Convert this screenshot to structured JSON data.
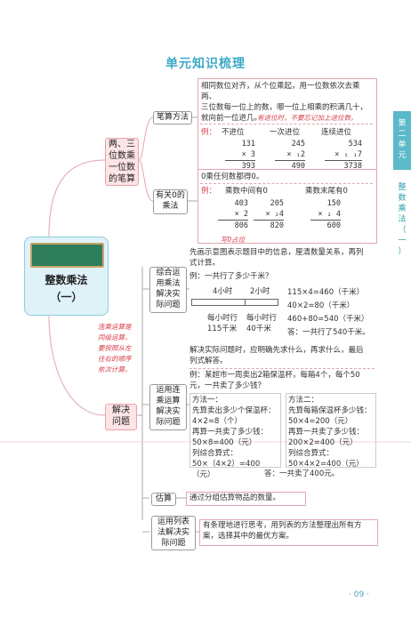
{
  "title": "单元知识梳理",
  "side": {
    "unit_chars": [
      "第",
      "二",
      "单",
      "元"
    ],
    "chapter_chars": [
      "整",
      "数",
      "乘",
      "法",
      "（",
      "一",
      "）"
    ]
  },
  "root": {
    "title": "整数乘法",
    "sub": "（一）"
  },
  "branch1": {
    "lines": [
      "两、三",
      "位数乘",
      "一位数",
      "的笔算"
    ]
  },
  "branch2": {
    "lines": [
      "解决",
      "问题"
    ]
  },
  "bisuan": {
    "label": "笔算方法",
    "text": [
      "相同数位对齐，从个位乘起，用一位数依次去乘两、",
      "三位数每一位上的数，哪一位上相乘的积满几十，",
      "就向前一位进几。"
    ],
    "note": "有进位时，不要忘记加上进位数。",
    "ex_label": "例：",
    "heads": [
      "不进位",
      "一次进位",
      "连续进位"
    ],
    "ex1": [
      "131",
      "×   3",
      "393"
    ],
    "ex2": [
      "245",
      "×  ₁2",
      "490"
    ],
    "ex3": [
      "534",
      "× ₁ ₁7",
      "3738"
    ]
  },
  "zero": {
    "label_lines": [
      "有关0的",
      "乘法"
    ],
    "text": "0乘任何数都得0。",
    "ex_label": "例：",
    "heads": [
      "乘数中间有0",
      "乘数末尾有0"
    ],
    "ex1": [
      "403",
      "×   2",
      "806"
    ],
    "ex2": [
      "205",
      "× ₂4",
      "820"
    ],
    "ex3": [
      "150",
      "× ₂ 4",
      "600"
    ],
    "note": "写0占位"
  },
  "zonghe": {
    "label_lines": [
      "综合运",
      "用乘法",
      "解决实",
      "际问题"
    ],
    "text": [
      "先画示意图表示题目中的信息，厘清数量关系，再列",
      "式计算。"
    ],
    "ex": "例：一共行了多少千米？",
    "seg1": "4小时",
    "seg2": "2小时",
    "q": "?",
    "sp1": [
      "每小时行",
      "115千米"
    ],
    "sp2": [
      "每小时行",
      "40千米"
    ],
    "calc": [
      "115×4=460（千米）",
      "40×2=80（千米）",
      "460+80=540（千米）",
      "答：一共行了540千米。"
    ]
  },
  "hand_note": [
    "连乘运算是",
    "同级运算，",
    "要按照从左",
    "往右的顺序",
    "依次计算。"
  ],
  "lianc": {
    "label_lines": [
      "运用连",
      "乘运算",
      "解决实",
      "际问题"
    ],
    "text": [
      "解决实际问题时，应明确先求什么，再求什么，最后",
      "列式解答。"
    ],
    "ex": [
      "例：某超市一周卖出2箱保温杯，每箱4个，每个50",
      "元，一共卖了多少钱？"
    ],
    "m1": [
      "方法一：",
      "先算卖出多少个保温杯：",
      "4×2=8（个）",
      "再算一共卖了多少钱：",
      "50×8=400（元）",
      "列综合算式：",
      "50×（4×2）=400（元）"
    ],
    "m2": [
      "方法二：",
      "先算每箱保温杯多少钱：",
      "50×4=200（元）",
      "再算一共卖了多少钱：",
      "200×2=400（元）",
      "列综合算式：",
      "50×4×2=400（元）"
    ],
    "ans": "答：一共卖了400元。"
  },
  "gusuan": {
    "label": "估算",
    "text": "通过分组估算物品的数量。"
  },
  "liebiao": {
    "label_lines": [
      "运用列表",
      "法解决实",
      "际问题"
    ],
    "text": [
      "有条理地进行思考，用列表的方法整理出所有方",
      "案，选择其中的最优方案。"
    ]
  },
  "page": "· 09 ·"
}
